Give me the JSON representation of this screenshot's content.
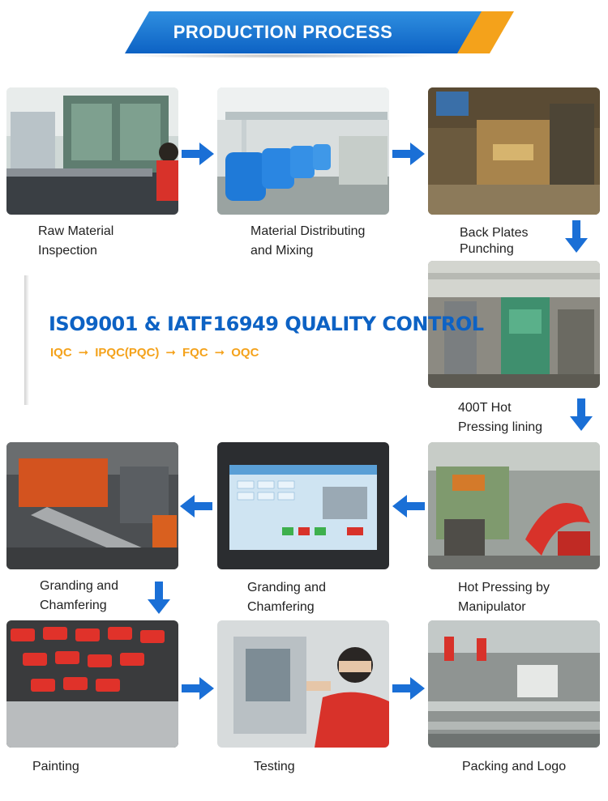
{
  "banner": {
    "title": "PRODUCTION PROCESS"
  },
  "steps": [
    {
      "caption": [
        "Raw Material",
        "Inspection"
      ]
    },
    {
      "caption": [
        "Material Distributing",
        "and Mixing"
      ]
    },
    {
      "caption": [
        "Back Plates",
        "Punching"
      ]
    },
    {
      "caption": [
        "400T Hot",
        "Pressing lining"
      ]
    },
    {
      "caption": [
        "Hot Pressing by",
        "Manipulator"
      ]
    },
    {
      "caption": [
        "Granding and",
        "Chamfering"
      ]
    },
    {
      "caption": [
        "Granding and",
        "Chamfering"
      ]
    },
    {
      "caption": [
        "Painting"
      ]
    },
    {
      "caption": [
        "Testing"
      ]
    },
    {
      "caption": [
        "Packing and Logo"
      ]
    }
  ],
  "quality": {
    "title": "ISO9001 & IATF16949 QUALITY CONTROL",
    "stages": [
      "IQC",
      "IPQC(PQC)",
      "FQC",
      "OQC"
    ],
    "separator": "➞"
  },
  "colors": {
    "brand_blue": "#0d62c4",
    "accent_orange": "#f4a21b",
    "arrow_blue": "#1a6fd6"
  },
  "icons": {
    "arrow": "arrow-icon"
  }
}
